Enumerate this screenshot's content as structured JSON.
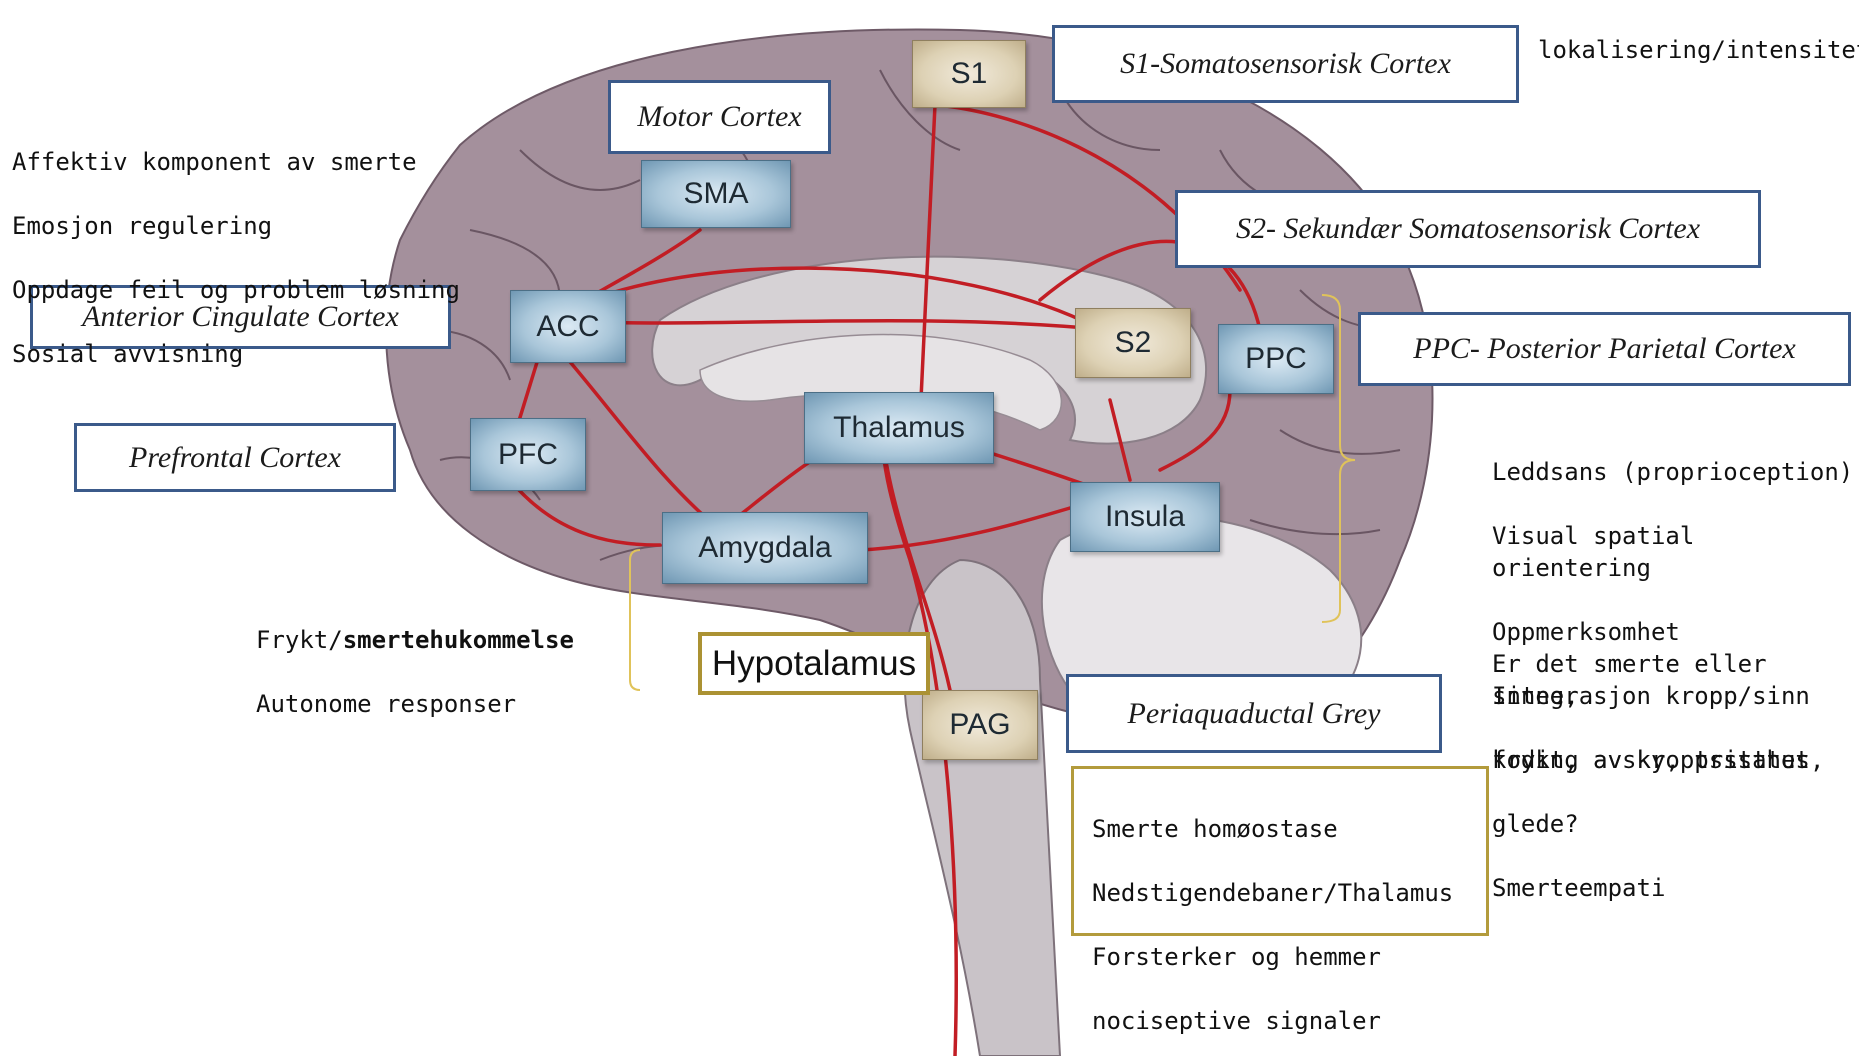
{
  "regions": {
    "s1": "S1",
    "sma": "SMA",
    "acc": "ACC",
    "pfc": "PFC",
    "s2": "S2",
    "ppc": "PPC",
    "thalamus": "Thalamus",
    "insula": "Insula",
    "amygdala": "Amygdala",
    "pag": "PAG"
  },
  "labels": {
    "s1": "S1-Somatosensorisk  Cortex",
    "motor": "Motor  Cortex",
    "s2": "S2-  Sekundær  Somatosensorisk  Cortex",
    "acc": "Anterior  Cingulate  Cortex",
    "ppc": "PPC-  Posterior  Parietal  Cortex",
    "pfc": "Prefrontal  Cortex",
    "pag": "Periaquaductal  Grey",
    "hypothalamus": "Hypotalamus"
  },
  "notes": {
    "s1_function": "lokalisering/intensitet",
    "acc_functions": [
      "Affektiv komponent av smerte",
      "Emosjon regulering",
      "Oppdage feil og problem løsning",
      "Sosial avvisning"
    ],
    "amygdala_fear_prefix": "Frykt/",
    "amygdala_fear_bold": "smertehukommelse",
    "amygdala_autonomic": "Autonome responser",
    "ppc_functions": [
      "Leddsans (proprioception)",
      "Visual spatial orientering",
      "Oppmerksomhet",
      "Integrasjon kropp/sinn",
      "koding av kroppsstatus"
    ],
    "insula_functions": [
      "Er det smerte eller sinne,",
      "frykt, avsky, tristhet,",
      "glede?",
      "Smerteempati"
    ],
    "pag_functions": [
      "Smerte homøostase",
      "Nedstigendebaner/Thalamus",
      "Forsterker og hemmer",
      "nociseptive signaler"
    ]
  },
  "colors": {
    "brain": "#a4909c",
    "white_matter": "#d6d2d5",
    "pathway": "#c21d24",
    "label_border": "#3b5a8a",
    "gold_border": "#b39b3c"
  }
}
